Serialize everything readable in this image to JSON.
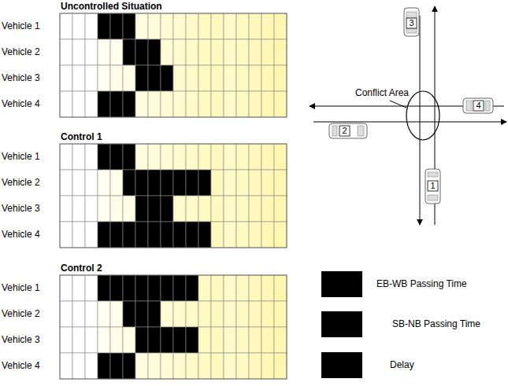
{
  "diagram": {
    "labels": [
      "Uncontrolled Situation",
      "Vehicle 1",
      "Vehicle 2",
      "Vehicle 3",
      "Vehicle 4",
      "Control 1",
      "Vehicle 1",
      "Vehicle 2",
      "Vehicle 3",
      "Vehicle 4",
      "Control 2",
      "Vehicle 1",
      "Vehicle 2",
      "Vehicle 3",
      "Vehicle 4",
      "3",
      "Conflict Area",
      "4",
      "2",
      "1"
    ],
    "legend": [
      {
        "text": "EB-WB Passing Time",
        "color": "#000000"
      },
      {
        "text": "SB-NB Passing Time",
        "color": "#000000"
      },
      {
        "text": "Delay",
        "color": "#000000"
      }
    ]
  }
}
